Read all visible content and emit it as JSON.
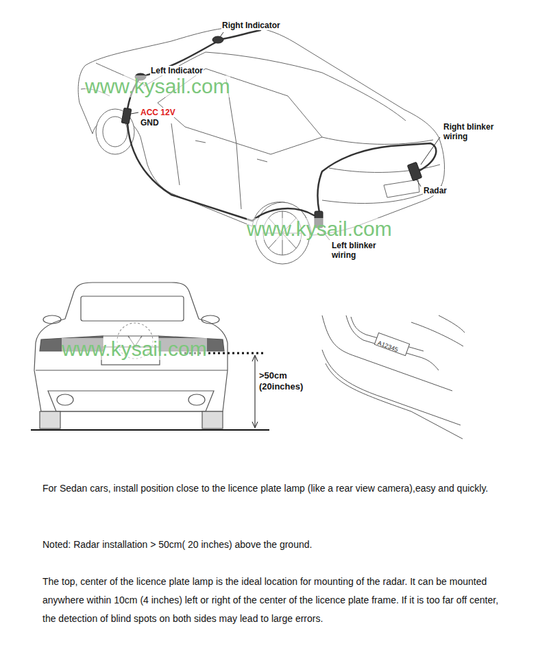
{
  "diagram": {
    "labels": [
      "Right Indicator",
      "Left Indicator",
      "ACC 12V",
      "GND",
      "Right blinker wiring",
      "Radar",
      "Left blinker wiring",
      "www.kysail.com",
      "www.kysail.com",
      "www.kysail.com",
      ">50cm (20inches)",
      "A12345",
      "For Sedan cars, install position close to the licence plate lamp (like a rear view camera),easy and quickly.",
      "Noted: Radar installation > 50cm( 20 inches) above the ground.",
      "The top, center of the licence plate lamp is the ideal location for mounting of the radar. It can be mounted anywhere within 10cm (4 inches) left or right of the center of the licence plate frame. If it is too far off center, the detection of blind spots on both sides may lead to large errors."
    ]
  }
}
